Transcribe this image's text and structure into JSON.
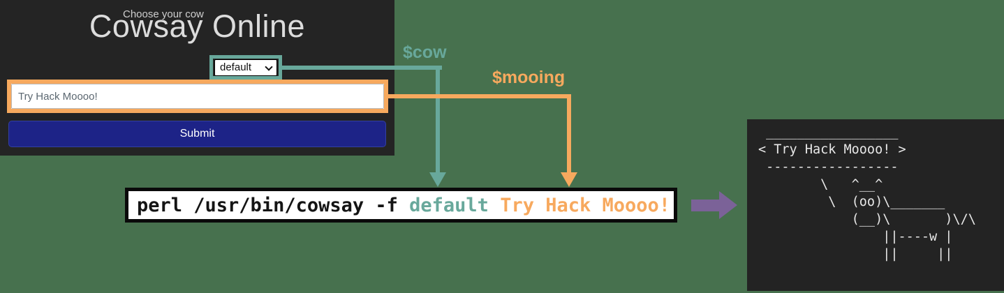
{
  "colors": {
    "background": "#47714e",
    "panel_bg": "#242424",
    "teal_accent": "#68a89b",
    "orange_accent": "#f7a95e",
    "purple_accent": "#7b6298",
    "submit_bg": "#1d2387",
    "terminal_bg": "#232323"
  },
  "icons": {
    "select_chevron": "chevron-down",
    "flow_arrow": "arrow-right"
  },
  "form_panel": {
    "title": "Cowsay Online",
    "cow_select": {
      "label": "Choose your cow",
      "selected": "default"
    },
    "mooing_input": {
      "value": "Try Hack Moooo!"
    },
    "submit_label": "Submit"
  },
  "annotations": {
    "cow_var_label": "$cow",
    "mooing_var_label": "$mooing"
  },
  "command": {
    "prefix": "perl /usr/bin/cowsay -f ",
    "cow_arg": "default",
    "separator": " ",
    "mooing_arg": "Try Hack Moooo!"
  },
  "terminal_output": {
    "ascii": " _________________\n< Try Hack Moooo! >\n -----------------\n        \\   ^__^\n         \\  (oo)\\_______\n            (__)\\       )\\/\\\n                ||----w |\n                ||     ||"
  }
}
